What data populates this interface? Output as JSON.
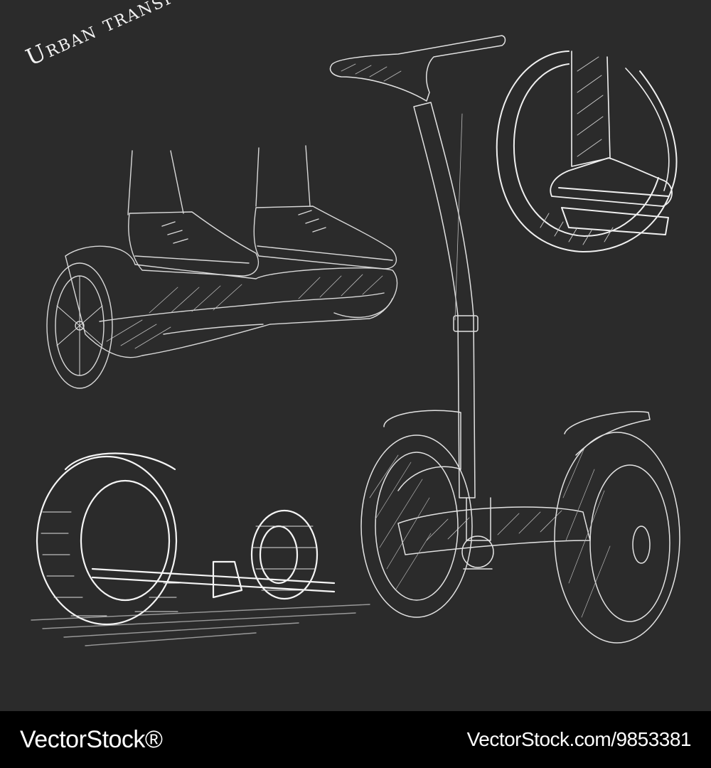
{
  "illustration": {
    "title": "Urban transport",
    "subjects": [
      "hoverboard-with-feet",
      "segway",
      "unicycle-with-foot",
      "hovershoes"
    ],
    "colors": {
      "background": "#2b2b2b",
      "line": "#e8e8e8",
      "footer": "#000000"
    }
  },
  "footer": {
    "brand": "VectorStock®",
    "url": "VectorStock.com/9853381"
  }
}
